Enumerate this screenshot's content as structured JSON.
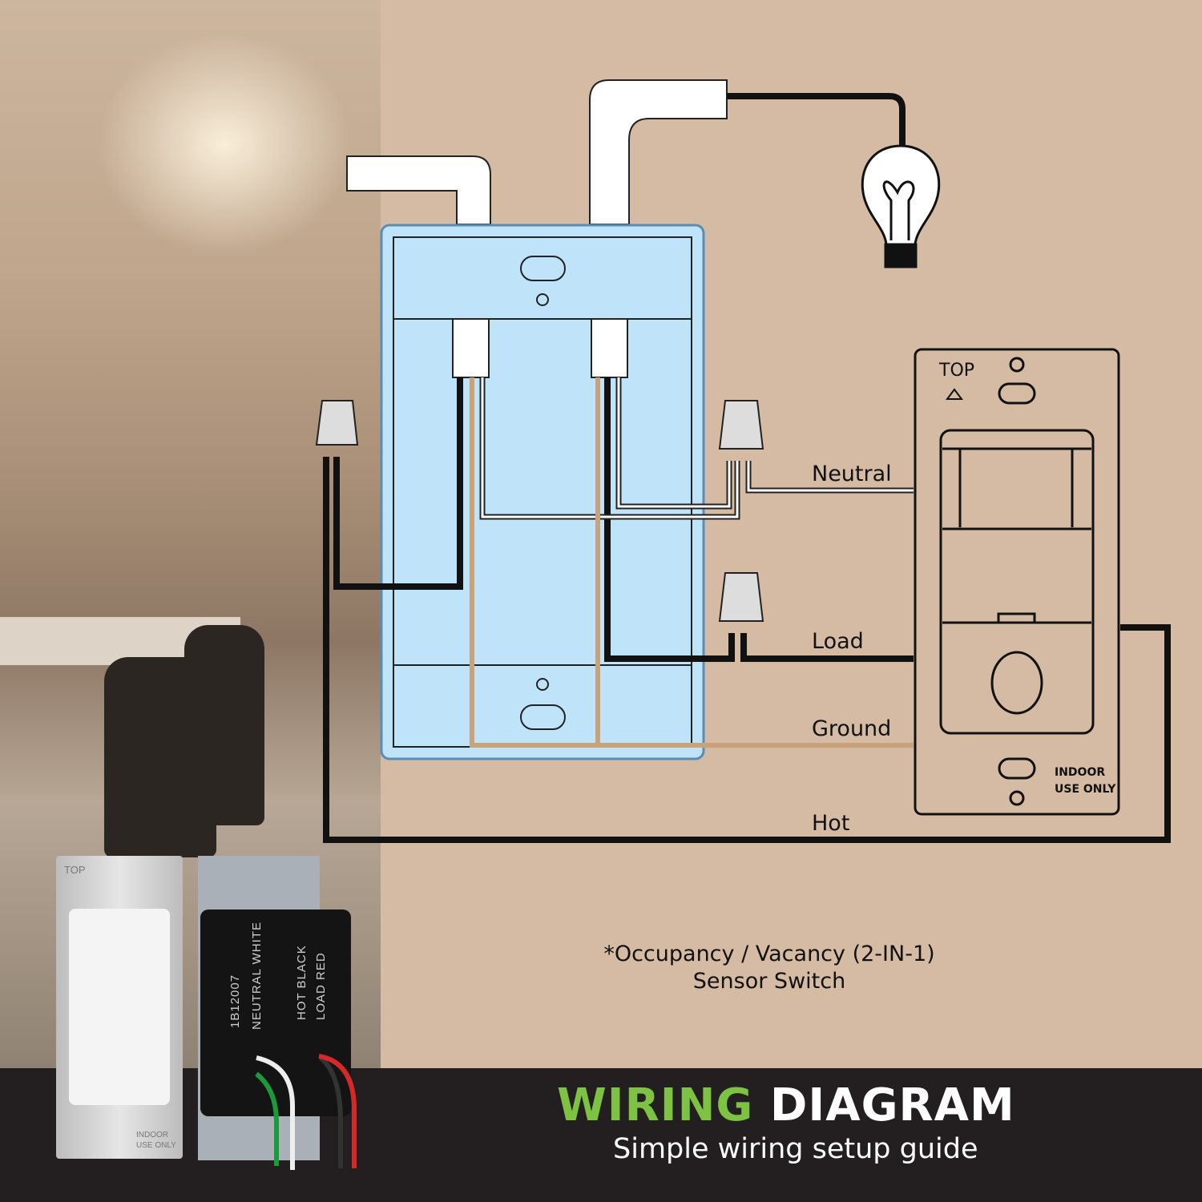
{
  "diagram": {
    "wire_labels": {
      "neutral": "Neutral",
      "load": "Load",
      "ground": "Ground",
      "hot": "Hot"
    },
    "switch_drawing": {
      "top_label": "TOP",
      "indoor_label_line1": "INDOOR",
      "indoor_label_line2": "USE ONLY"
    },
    "caption_line1": "*Occupancy / Vacancy (2-IN-1)",
    "caption_line2": "Sensor Switch"
  },
  "product": {
    "plate_top": "TOP",
    "plate_indoor_line1": "INDOOR",
    "plate_indoor_line2": "USE ONLY",
    "model": "1B12007",
    "neutral_label": "NEUTRAL  WHITE",
    "hot_label": "HOT  BLACK",
    "load_label": "LOAD  RED"
  },
  "banner": {
    "title_accent": "WIRING",
    "title_main": "DIAGRAM",
    "subtitle": "Simple wiring setup guide"
  },
  "colors": {
    "background": "#d5bba3",
    "banner": "#231f20",
    "accent": "#7dc242",
    "box": "#bfe3f8",
    "ground_wire": "#c9a27a"
  }
}
